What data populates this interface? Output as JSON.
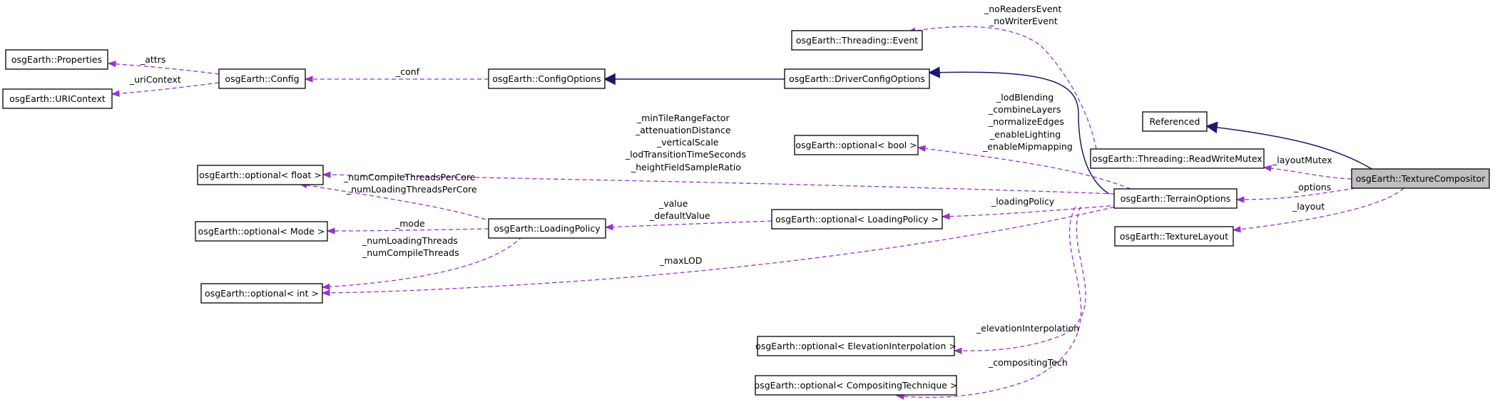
{
  "colors": {
    "usage_edge": "#9a32cd",
    "inheritance_edge": "#191970",
    "focus_fill": "#bfbfbf"
  },
  "nodes": {
    "properties": "osgEarth::Properties",
    "uricontext": "osgEarth::URIContext",
    "config": "osgEarth::Config",
    "configoptions": "osgEarth::ConfigOptions",
    "event": "osgEarth::Threading::Event",
    "driverconfigoptions": "osgEarth::DriverConfigOptions",
    "referenced": "Referenced",
    "readwritemutex": "osgEarth::Threading::ReadWriteMutex",
    "texturecompositor": "osgEarth::TextureCompositor",
    "opt_bool": "osgEarth::optional< bool >",
    "opt_float": "osgEarth::optional< float >",
    "terrainoptions": "osgEarth::TerrainOptions",
    "opt_mode": "osgEarth::optional< Mode >",
    "loadingpolicy": "osgEarth::LoadingPolicy",
    "opt_loadingpolicy": "osgEarth::optional< LoadingPolicy >",
    "texturelayout": "osgEarth::TextureLayout",
    "opt_int": "osgEarth::optional< int >",
    "opt_elevinterp": "osgEarth::optional< ElevationInterpolation >",
    "opt_compositing": "osgEarth::optional< CompositingTechnique >"
  },
  "edge_labels": {
    "attrs": "_attrs",
    "uricontext": "_uriContext",
    "conf": "_conf",
    "event": [
      "_noReadersEvent",
      "_noWriterEvent"
    ],
    "bool": [
      "_lodBlending",
      "_combineLayers",
      "_normalizeEdges",
      "_enableLighting",
      "_enableMipmapping"
    ],
    "float_from_terrain": [
      "_minTileRangeFactor",
      "_attenuationDistance",
      "_verticalScale",
      "_lodTransitionTimeSeconds",
      "_heightFieldSampleRatio"
    ],
    "float_from_policy": [
      "_numCompileThreadsPerCore",
      "_numLoadingThreadsPerCore"
    ],
    "mode": "_mode",
    "value": [
      "_value",
      "_defaultValue"
    ],
    "loadingpolicy": "_loadingPolicy",
    "int_from_policy": [
      "_numLoadingThreads",
      "_numCompileThreads"
    ],
    "maxlod": "_maxLOD",
    "layoutmutex": "_layoutMutex",
    "options": "_options",
    "layout": "_layout",
    "elevinterp": "_elevationInterpolation",
    "compositing": "_compositingTech"
  }
}
